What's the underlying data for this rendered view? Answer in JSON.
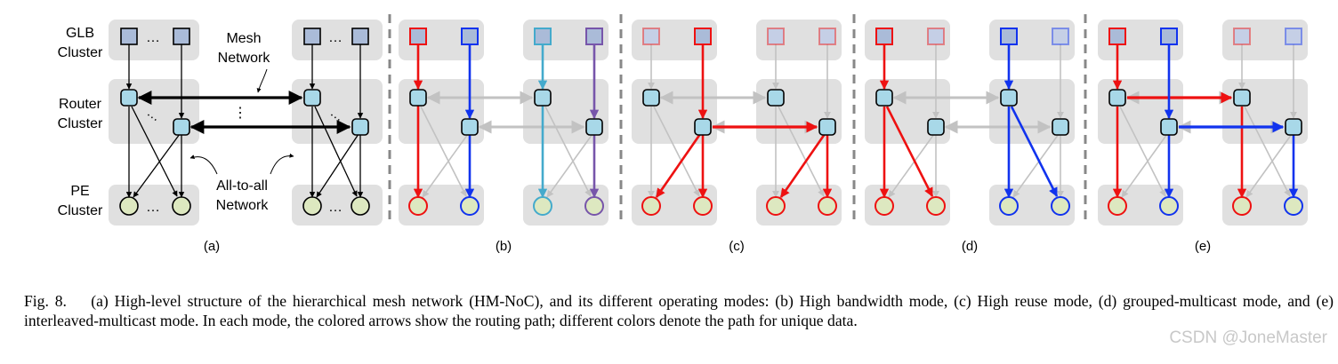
{
  "labels": {
    "glb": [
      "GLB",
      "Cluster"
    ],
    "router": [
      "Router",
      "Cluster"
    ],
    "pe": [
      "PE",
      "Cluster"
    ],
    "mesh": [
      "Mesh",
      "Network"
    ],
    "alltoall": [
      "All-to-all",
      "Network"
    ],
    "ellipsis": "…",
    "vdots": "⋮"
  },
  "panels": [
    "(a)",
    "(b)",
    "(c)",
    "(d)",
    "(e)"
  ],
  "caption": {
    "prefix": "Fig. 8.",
    "text": "(a) High-level structure of the hierarchical mesh network (HM-NoC), and its different operating modes: (b) High bandwidth mode, (c) High reuse mode, (d) grouped-multicast mode, and (e) interleaved-multicast mode. In each mode, the colored arrows show the routing path; different colors denote the path for unique data."
  },
  "watermark": "CSDN @JoneMaster",
  "colors": {
    "red": "#ee1111",
    "blue": "#1133ee",
    "teal": "#44aacc",
    "purple": "#7755aa",
    "router_fill": "#a8d8e8",
    "pe_fill": "#dde8c0",
    "glb_fill": "#aabbd8",
    "cluster_bg": "#e0e0e0",
    "gray_arrow": "#c2c2c2"
  }
}
